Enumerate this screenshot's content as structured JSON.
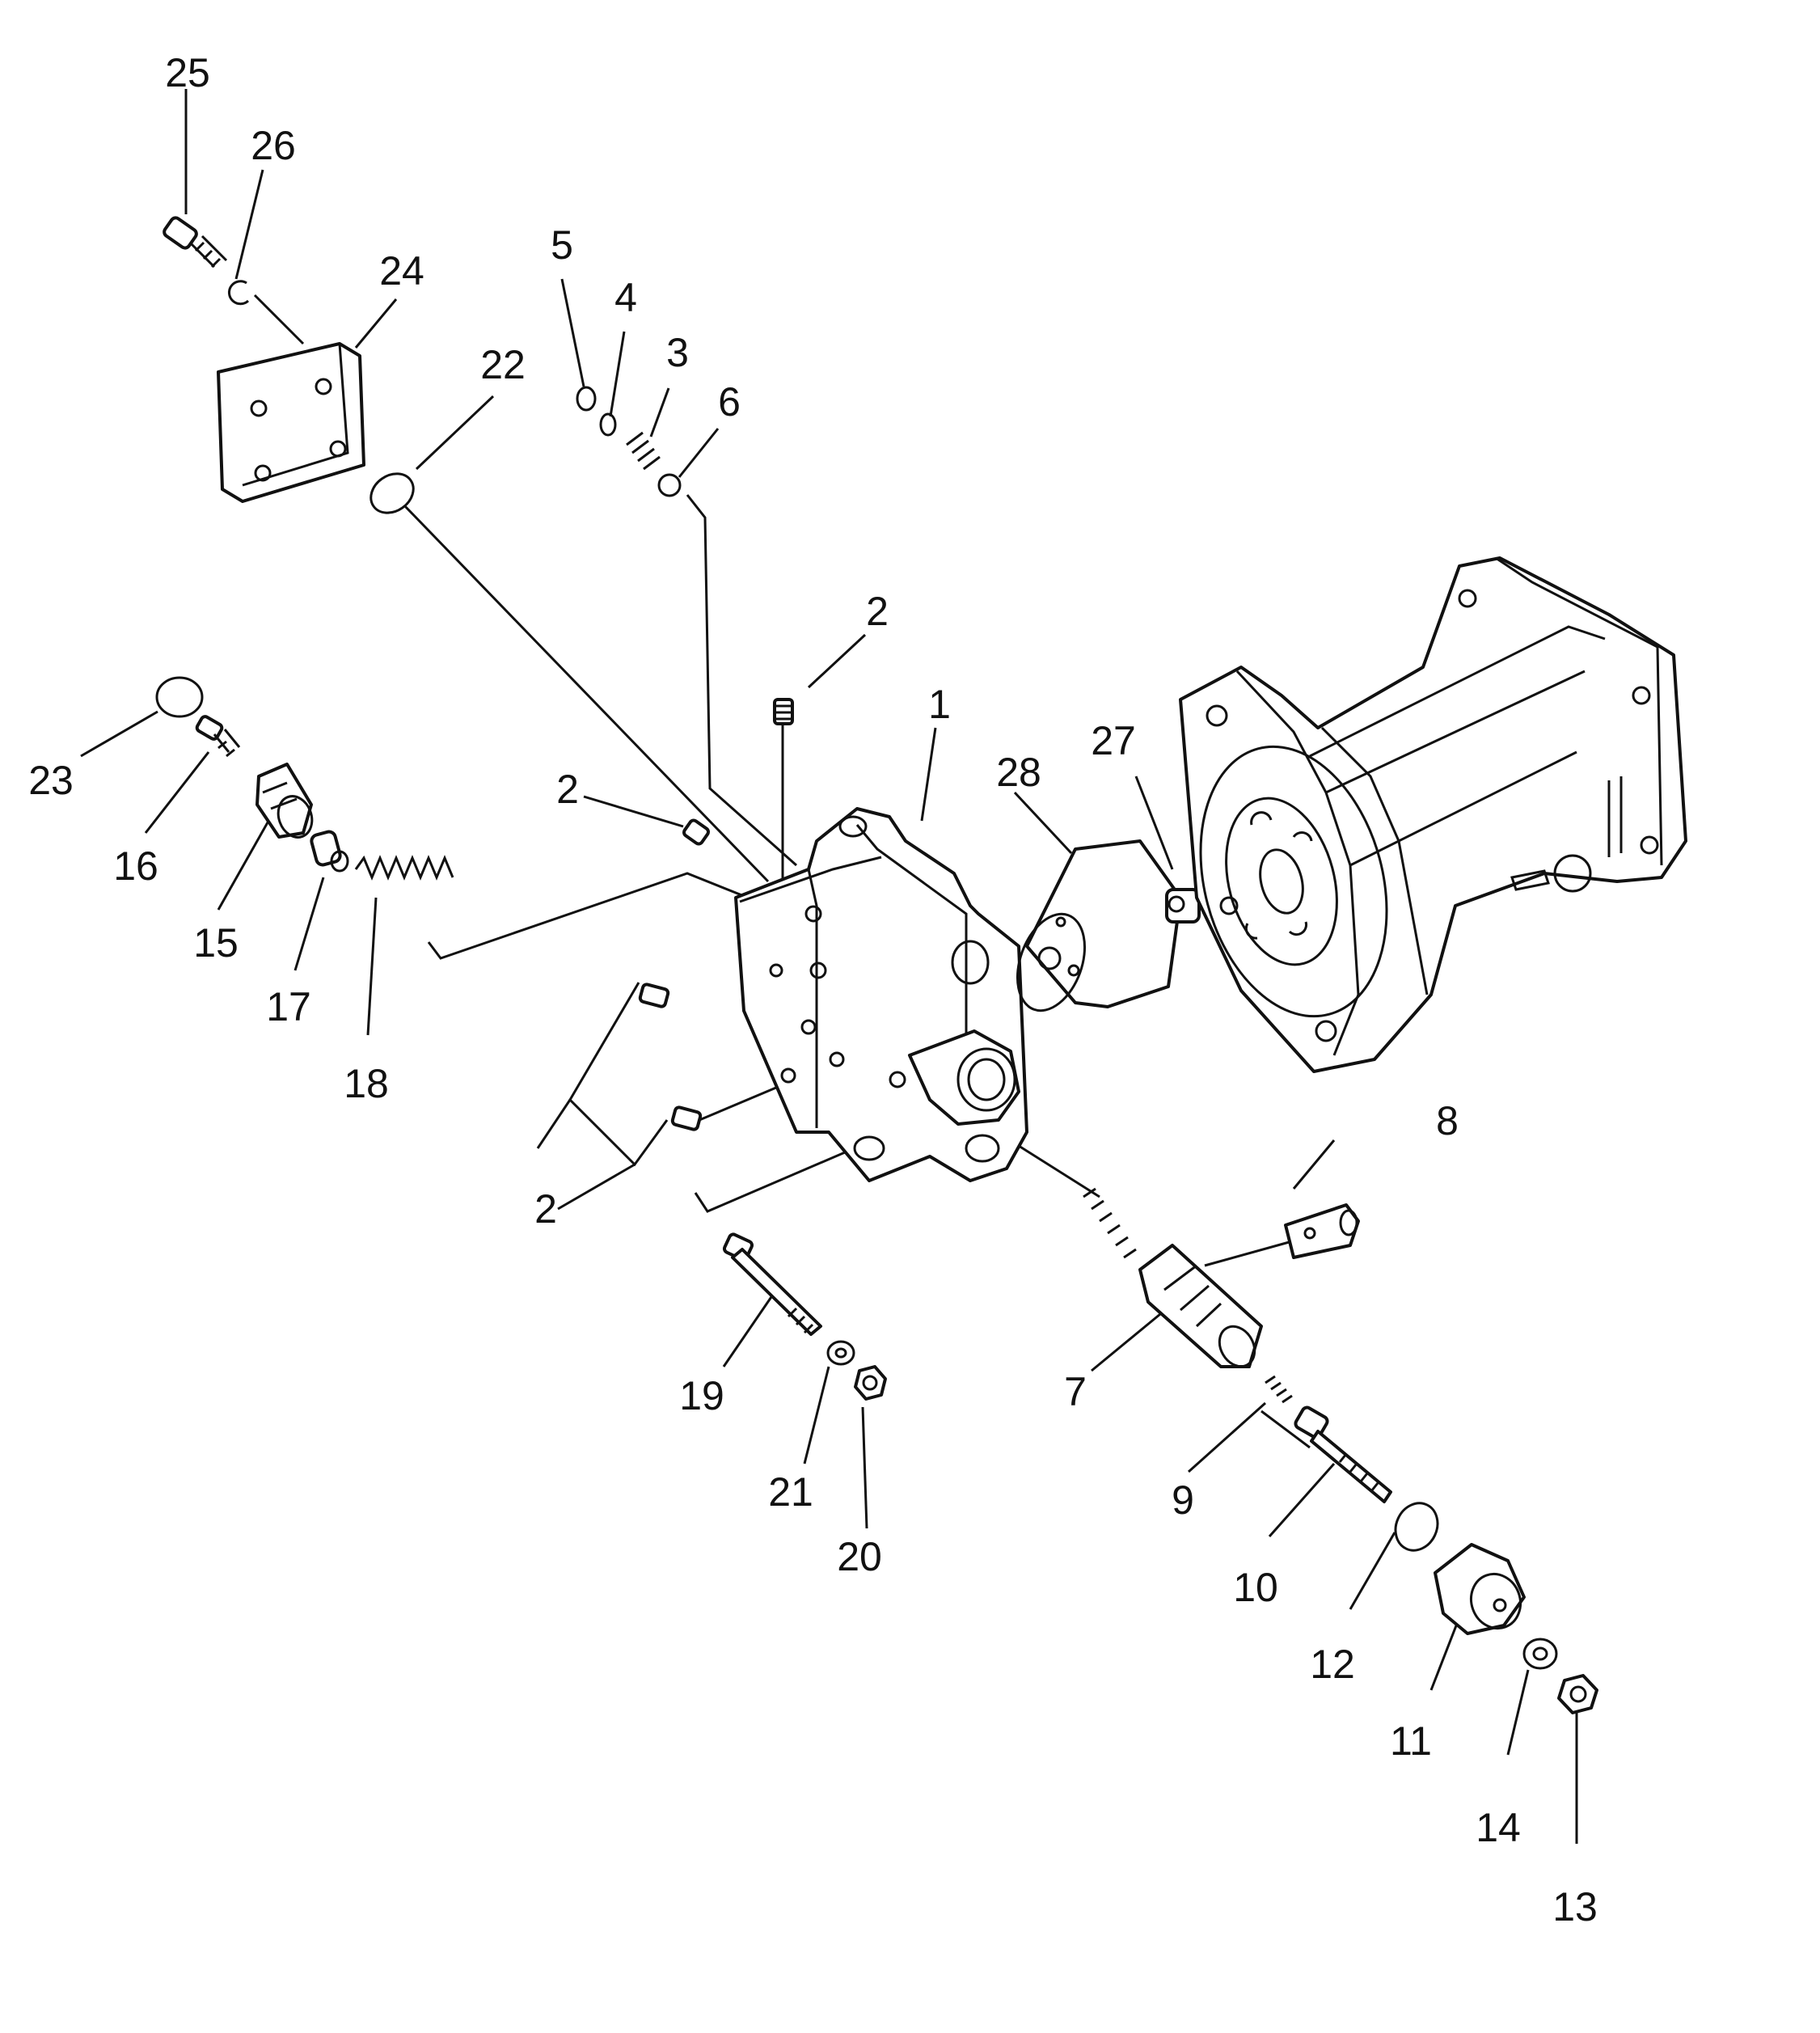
{
  "callouts": [
    {
      "id": "c25",
      "text": "25"
    },
    {
      "id": "c26",
      "text": "26"
    },
    {
      "id": "c24",
      "text": "24"
    },
    {
      "id": "c22",
      "text": "22"
    },
    {
      "id": "c5",
      "text": "5"
    },
    {
      "id": "c4",
      "text": "4"
    },
    {
      "id": "c3",
      "text": "3"
    },
    {
      "id": "c6",
      "text": "6"
    },
    {
      "id": "c2a",
      "text": "2"
    },
    {
      "id": "c1",
      "text": "1"
    },
    {
      "id": "c27",
      "text": "27"
    },
    {
      "id": "c28",
      "text": "28"
    },
    {
      "id": "c23",
      "text": "23"
    },
    {
      "id": "c16",
      "text": "16"
    },
    {
      "id": "c15",
      "text": "15"
    },
    {
      "id": "c17",
      "text": "17"
    },
    {
      "id": "c18",
      "text": "18"
    },
    {
      "id": "c2b",
      "text": "2"
    },
    {
      "id": "c2c",
      "text": "2"
    },
    {
      "id": "c8",
      "text": "8"
    },
    {
      "id": "c19",
      "text": "19"
    },
    {
      "id": "c7",
      "text": "7"
    },
    {
      "id": "c21",
      "text": "21"
    },
    {
      "id": "c20",
      "text": "20"
    },
    {
      "id": "c9",
      "text": "9"
    },
    {
      "id": "c10",
      "text": "10"
    },
    {
      "id": "c12",
      "text": "12"
    },
    {
      "id": "c11",
      "text": "11"
    },
    {
      "id": "c14",
      "text": "14"
    },
    {
      "id": "c13",
      "text": "13"
    }
  ]
}
